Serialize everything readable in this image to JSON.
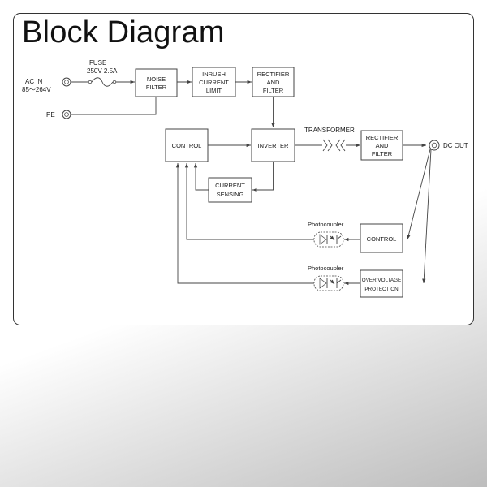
{
  "slide": {
    "title": "Block Diagram"
  },
  "diagram": {
    "input_label_1": "AC IN",
    "input_label_2": "85～264V",
    "fuse_label_1": "FUSE",
    "fuse_label_2": "250V 2.5A",
    "pe_label": "PE",
    "noise_filter": [
      "NOISE",
      "FILTER"
    ],
    "inrush_limit": [
      "INRUSH",
      "CURRENT",
      "LIMIT"
    ],
    "rectifier_1": [
      "RECTIFIER",
      "AND",
      "FILTER"
    ],
    "control_main": "CONTROL",
    "inverter": "INVERTER",
    "transformer": "TRANSFORMER",
    "rectifier_2": [
      "RECTIFIER",
      "AND",
      "FILTER"
    ],
    "dc_out": "DC OUT",
    "current_sensing": [
      "CURRENT",
      "SENSING"
    ],
    "photocoupler_1": "Photocoupler",
    "control_feedback": "CONTROL",
    "photocoupler_2": "Photocoupler",
    "ovp": [
      "OVER VOLTAGE",
      "PROTECTION"
    ]
  }
}
